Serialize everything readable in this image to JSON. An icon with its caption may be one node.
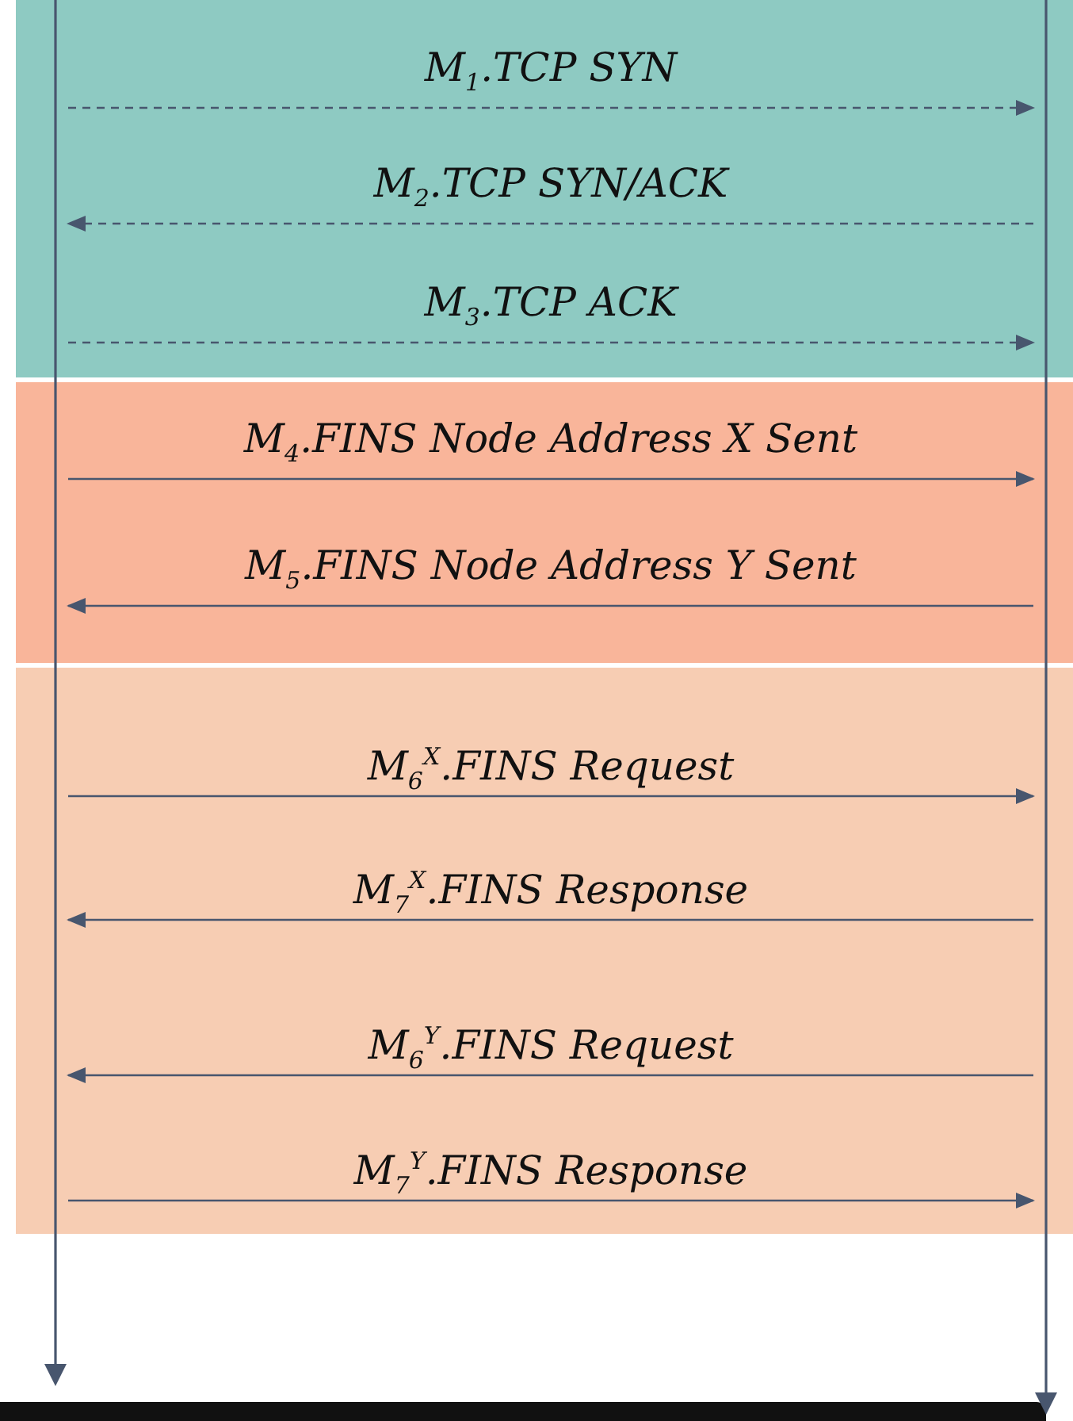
{
  "diagram": {
    "nodes": [
      {
        "text": [],
        "shape": "bar"
      },
      {
        "text": [],
        "shape": "bar"
      }
    ],
    "edges": [
      {
        "from": 0,
        "to": 1,
        "arrow": "to",
        "label": "M$_{1}$.TCP SYN",
        "style": "dashed"
      },
      {
        "from": 1,
        "to": 0,
        "arrow": "to",
        "label": "M$_{2}$.TCP SYN/ACK",
        "style": "dashed"
      },
      {
        "from": 0,
        "to": 1,
        "arrow": "to",
        "label": "M$_{3}$.TCP ACK",
        "style": "dashed"
      },
      {
        "from": 0,
        "to": 1,
        "arrow": "to",
        "label": "M$_{4}$.FINS Node Address X Sent"
      },
      {
        "from": 1,
        "to": 0,
        "arrow": "to",
        "label": "M$_{5}$.FINS Node Address Y Sent"
      },
      {
        "from": 0,
        "to": 1,
        "arrow": "to",
        "label": "M$_{6}$$^{X}$.FINS Request"
      },
      {
        "from": 1,
        "to": 0,
        "arrow": "to",
        "label": "M$_{7}$$^{X}$.FINS Response"
      },
      {
        "from": 1,
        "to": 0,
        "arrow": "to",
        "label": "M$_{6}$$^{Y}$.FINS Request"
      },
      {
        "from": 0,
        "to": 1,
        "arrow": "to",
        "label": "M$_{7}$$^{Y}$.FINS Response"
      }
    ]
  }
}
